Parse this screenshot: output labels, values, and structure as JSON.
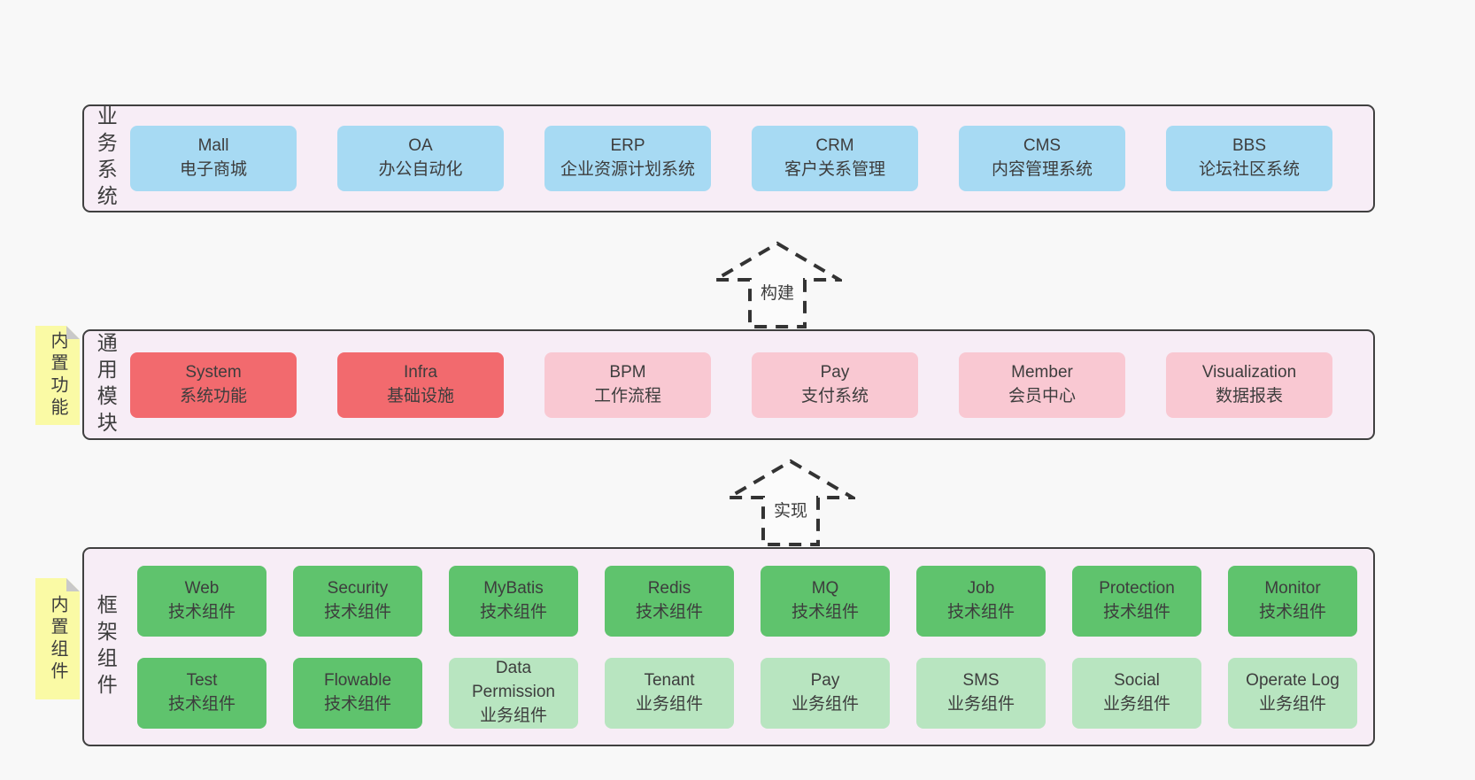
{
  "diagram": {
    "panels": [
      {
        "id": "business",
        "label": "业务系统",
        "sticky": null,
        "rows": [
          [
            {
              "title": "Mall",
              "subtitle": "电子商城",
              "variant": "blue"
            },
            {
              "title": "OA",
              "subtitle": "办公自动化",
              "variant": "blue"
            },
            {
              "title": "ERP",
              "subtitle": "企业资源计划系统",
              "variant": "blue"
            },
            {
              "title": "CRM",
              "subtitle": "客户关系管理",
              "variant": "blue"
            },
            {
              "title": "CMS",
              "subtitle": "内容管理系统",
              "variant": "blue"
            },
            {
              "title": "BBS",
              "subtitle": "论坛社区系统",
              "variant": "blue"
            }
          ]
        ]
      },
      {
        "id": "modules",
        "label": "通用模块",
        "sticky": "内置功能",
        "rows": [
          [
            {
              "title": "System",
              "subtitle": "系统功能",
              "variant": "red"
            },
            {
              "title": "Infra",
              "subtitle": "基础设施",
              "variant": "red"
            },
            {
              "title": "BPM",
              "subtitle": "工作流程",
              "variant": "pink"
            },
            {
              "title": "Pay",
              "subtitle": "支付系统",
              "variant": "pink"
            },
            {
              "title": "Member",
              "subtitle": "会员中心",
              "variant": "pink"
            },
            {
              "title": "Visualization",
              "subtitle": "数据报表",
              "variant": "pink"
            }
          ]
        ]
      },
      {
        "id": "framework",
        "label": "框架组件",
        "sticky": "内置组件",
        "rows": [
          [
            {
              "title": "Web",
              "subtitle": "技术组件",
              "variant": "green_dark"
            },
            {
              "title": "Security",
              "subtitle": "技术组件",
              "variant": "green_dark"
            },
            {
              "title": "MyBatis",
              "subtitle": "技术组件",
              "variant": "green_dark"
            },
            {
              "title": "Redis",
              "subtitle": "技术组件",
              "variant": "green_dark"
            },
            {
              "title": "MQ",
              "subtitle": "技术组件",
              "variant": "green_dark"
            },
            {
              "title": "Job",
              "subtitle": "技术组件",
              "variant": "green_dark"
            },
            {
              "title": "Protection",
              "subtitle": "技术组件",
              "variant": "green_dark"
            },
            {
              "title": "Monitor",
              "subtitle": "技术组件",
              "variant": "green_dark"
            }
          ],
          [
            {
              "title": "Test",
              "subtitle": "技术组件",
              "variant": "green_dark"
            },
            {
              "title": "Flowable",
              "subtitle": "技术组件",
              "variant": "green_dark"
            },
            {
              "title": "Data Permission",
              "subtitle": "业务组件",
              "variant": "green_light"
            },
            {
              "title": "Tenant",
              "subtitle": "业务组件",
              "variant": "green_light"
            },
            {
              "title": "Pay",
              "subtitle": "业务组件",
              "variant": "green_light"
            },
            {
              "title": "SMS",
              "subtitle": "业务组件",
              "variant": "green_light"
            },
            {
              "title": "Social",
              "subtitle": "业务组件",
              "variant": "green_light"
            },
            {
              "title": "Operate Log",
              "subtitle": "业务组件",
              "variant": "green_light"
            }
          ]
        ]
      }
    ],
    "arrows": [
      {
        "label": "构建"
      },
      {
        "label": "实现"
      }
    ],
    "colors": {
      "page_bg": "#f8f8f8",
      "panel_bg": "#f7edf6",
      "panel_border": "#404040",
      "blue": "#a7daf3",
      "red": "#f26a6e",
      "pink": "#f9c8d2",
      "green_dark": "#5fc36d",
      "green_light": "#b8e5c0",
      "sticky_yellow": "#fafaa5",
      "fold": "#c9c9c9",
      "arrow": "#333333",
      "text": "#3d3d3d"
    }
  }
}
